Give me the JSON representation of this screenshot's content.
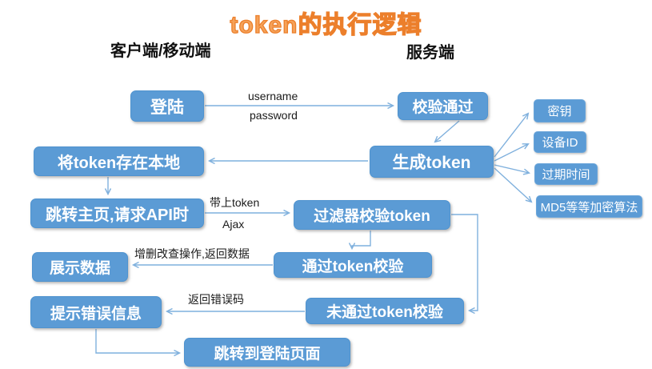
{
  "title": "token的执行逻辑",
  "headers": {
    "client": "客户端/移动端",
    "server": "服务端"
  },
  "nodes": {
    "login": "登陆",
    "verify_pass": "校验通过",
    "store_token": "将token存在本地",
    "gen_token": "生成token",
    "jump_api": "跳转主页,请求API时",
    "filter_verify": "过滤器校验token",
    "show_data": "展示数据",
    "pass_verify": "通过token校验",
    "error_msg": "提示错误信息",
    "fail_verify": "未通过token校验",
    "jump_login": "跳转到登陆页面",
    "secret_key": "密钥",
    "device_id": "设备ID",
    "expire_time": "过期时间",
    "md5_algo": "MD5等等加密算法"
  },
  "edge_labels": {
    "username": "username",
    "password": "password",
    "with_token": "带上token",
    "ajax": "Ajax",
    "crud_return": "增删改查操作,返回数据",
    "return_error": "返回错误码"
  },
  "colors": {
    "box_fill": "#5b9bd5",
    "box_border": "#4f93cf",
    "arrow": "#7fb0dd",
    "title_orange": "#ec7f2b",
    "header_text": "#111111",
    "box_text": "#ffffff"
  }
}
